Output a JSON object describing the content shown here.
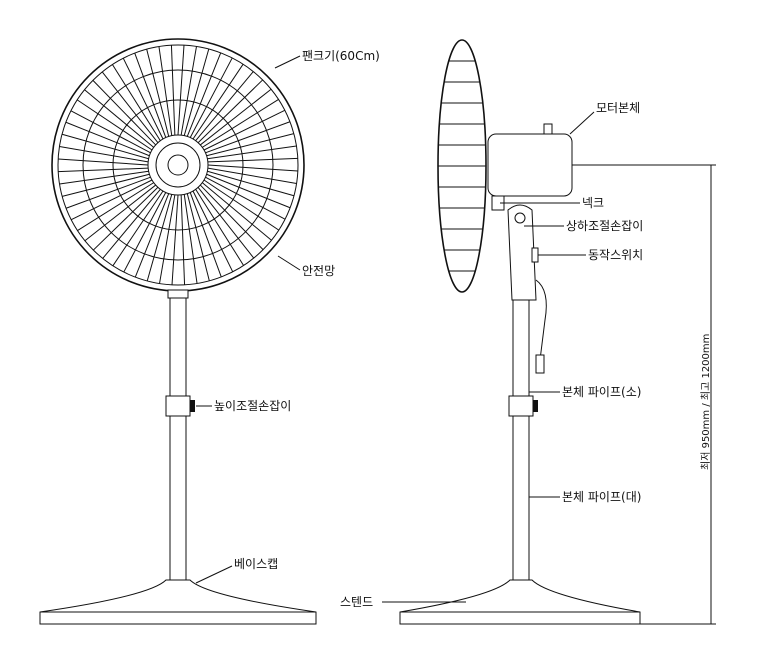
{
  "front_view": {
    "fan_size_label": "팬크기(60Cm)",
    "safety_guard_label": "안전망",
    "height_knob_label": "높이조절손잡이",
    "base_cap_label": "베이스캡"
  },
  "side_view": {
    "motor_body_label": "모터본체",
    "neck_label": "넥크",
    "tilt_knob_label": "상하조절손잡이",
    "switch_label": "동작스위치",
    "pipe_small_label": "본체 파이프(소)",
    "pipe_large_label": "본체 파이프(대)",
    "stand_label": "스텐드",
    "height_dimension_label": "최저 950mm / 최고 1200mm"
  }
}
